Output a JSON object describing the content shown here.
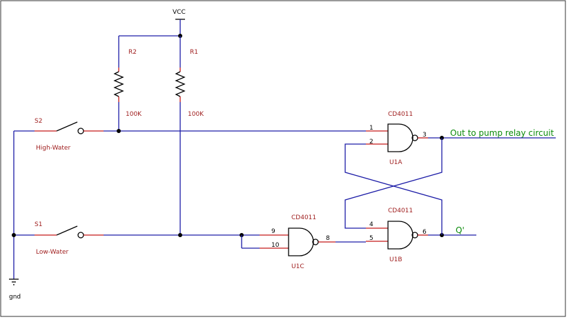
{
  "power": {
    "vcc": "VCC",
    "gnd": "gnd"
  },
  "resistors": [
    {
      "ref": "R2",
      "value": "100K"
    },
    {
      "ref": "R1",
      "value": "100K"
    }
  ],
  "switches": [
    {
      "ref": "S2",
      "label": "High-Water"
    },
    {
      "ref": "S1",
      "label": "Low-Water"
    }
  ],
  "gates": [
    {
      "part": "CD4011",
      "ref": "U1A",
      "pin_in1": "1",
      "pin_in2": "2",
      "pin_out": "3"
    },
    {
      "part": "CD4011",
      "ref": "U1B",
      "pin_in1": "4",
      "pin_in2": "5",
      "pin_out": "6"
    },
    {
      "part": "CD4011",
      "ref": "U1C",
      "pin_in1": "9",
      "pin_in2": "10",
      "pin_out": "8"
    }
  ],
  "nets": {
    "output": "Out to pump relay circuit",
    "q_bar": "Q'"
  },
  "colors": {
    "wire": "#1a1aa6",
    "pin": "#c41818",
    "label": "#a02020",
    "net_label": "#0a8a0a",
    "component": "#000000"
  }
}
